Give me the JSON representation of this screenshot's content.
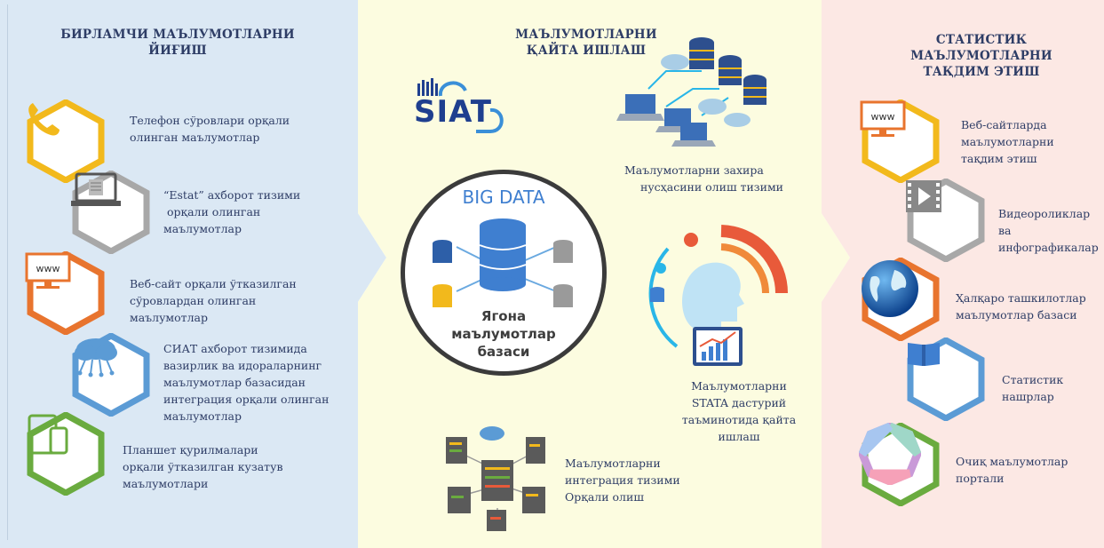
{
  "columns": {
    "collect": {
      "title_line1": "БИРЛАМЧИ МАЪЛУМОТЛАРНИ",
      "title_line2": "ЙИҒИШ"
    },
    "process": {
      "title_line1": "МАЪЛУМОТЛАРНИ",
      "title_line2": "ҚАЙТА ИШЛАШ"
    },
    "present": {
      "title_line1": "СТАТИСТИК МАЪЛУМОТЛАРНИ",
      "title_line2": "ТАҚДИМ ЭТИШ"
    }
  },
  "collect_items": [
    {
      "lines": [
        "Телефон сўровлари орқали",
        "олинган маълумотлар"
      ],
      "icon": "phone-icon",
      "color": "#f2b91c"
    },
    {
      "lines": [
        "“Estat” ахборот тизими",
        " орқали олинган",
        "маълумотлар"
      ],
      "icon": "laptop-icon",
      "color": "#a8a8a8"
    },
    {
      "lines": [
        "Веб-сайт орқали ўтказилган",
        "сўровлардан олинган",
        "маълумотлар"
      ],
      "icon": "www-monitor-icon",
      "color": "#e8742e"
    },
    {
      "lines": [
        "СИАТ ахборот тизимида",
        "вазирлик ва идораларнинг",
        "маълумотлар базасидан",
        "интеграция орқали олинган",
        "маълумотлар"
      ],
      "icon": "cloud-network-icon",
      "color": "#5b9bd5"
    },
    {
      "lines": [
        "Планшет қурилмалари",
        "орқали ўтказилган кузатув",
        "маълумотлари"
      ],
      "icon": "tablet-phone-icon",
      "color": "#6aab3f"
    }
  ],
  "process": {
    "logo_text": "SIAT",
    "big_data_title": "BIG DATA",
    "big_data_sub": [
      "Ягона",
      "маълумотлар",
      "базаси"
    ],
    "backup": [
      "Маълумотларни захира",
      "нусҳасини олиш тизими"
    ],
    "stata": [
      "Маълумотларни",
      "STATA дастурий",
      "таъминотида қайта",
      "ишлаш"
    ],
    "integration": [
      "Маълумотларни",
      "интеграция тизими",
      "Орқали олиш"
    ]
  },
  "present_items": [
    {
      "lines": [
        "Веб-сайтларда",
        "маълумотларни",
        "тақдим этиш"
      ],
      "icon": "www-monitor-icon",
      "color": "#f2b91c"
    },
    {
      "lines": [
        "Видеороликлар",
        "ва",
        "инфографикалар"
      ],
      "icon": "video-play-icon",
      "color": "#a8a8a8"
    },
    {
      "lines": [
        "Ҳалқаро ташкилотлар",
        "маълумотлар базаси"
      ],
      "icon": "globe-icon",
      "color": "#e8742e"
    },
    {
      "lines": [
        "Статистик",
        "нашрлар"
      ],
      "icon": "book-icon",
      "color": "#5b9bd5"
    },
    {
      "lines": [
        "Очиқ маълумотлар",
        "портали"
      ],
      "icon": "open-data-ring-icon",
      "color": "#6aab3f"
    }
  ],
  "www_text": "www"
}
